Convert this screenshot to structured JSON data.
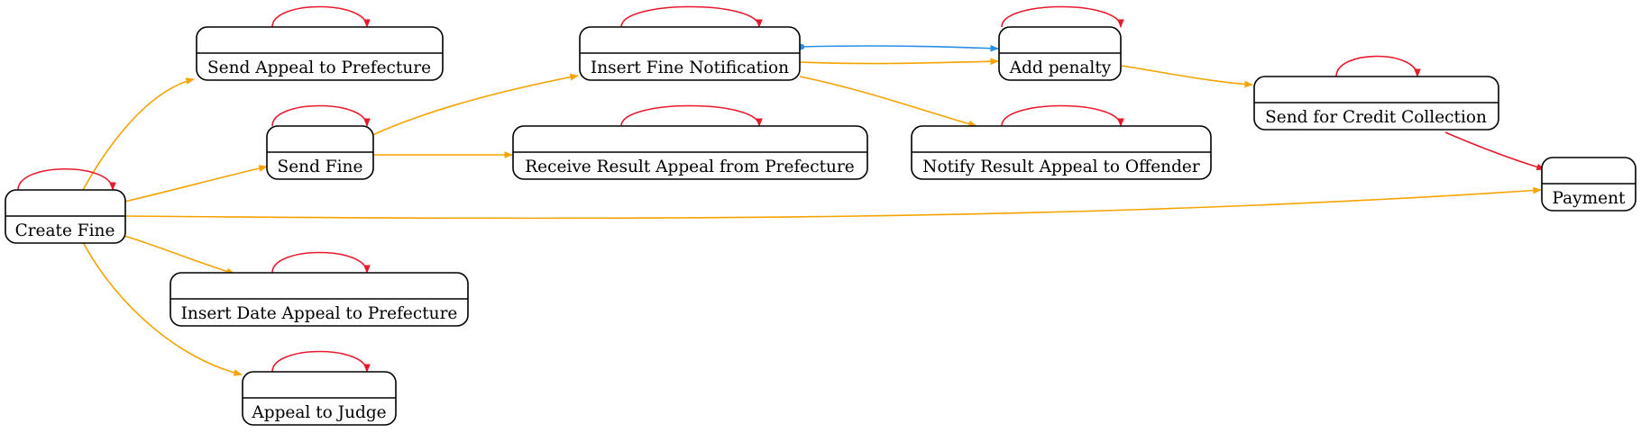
{
  "nodes": [
    {
      "id": "create_fine",
      "label": "Create Fine"
    },
    {
      "id": "send_appeal_prefecture",
      "label": "Send Appeal to Prefecture"
    },
    {
      "id": "send_fine",
      "label": "Send Fine"
    },
    {
      "id": "insert_date_appeal",
      "label": "Insert Date Appeal to Prefecture"
    },
    {
      "id": "appeal_to_judge",
      "label": "Appeal to Judge"
    },
    {
      "id": "insert_fine_notification",
      "label": "Insert Fine Notification"
    },
    {
      "id": "receive_result_appeal",
      "label": "Receive Result Appeal from Prefecture"
    },
    {
      "id": "add_penalty",
      "label": "Add penalty"
    },
    {
      "id": "notify_result_appeal",
      "label": "Notify Result Appeal to Offender"
    },
    {
      "id": "send_credit_collection",
      "label": "Send for Credit Collection"
    },
    {
      "id": "payment",
      "label": "Payment"
    }
  ],
  "edge_colors": {
    "self_loop": "#e8192c",
    "orange": "#f5a300",
    "blue": "#2a8fe8",
    "red": "#e8192c"
  },
  "edges": [
    {
      "from": "create_fine",
      "to": "send_appeal_prefecture",
      "color": "orange"
    },
    {
      "from": "create_fine",
      "to": "send_fine",
      "color": "orange"
    },
    {
      "from": "create_fine",
      "to": "payment",
      "color": "orange"
    },
    {
      "from": "create_fine",
      "to": "insert_date_appeal",
      "color": "orange"
    },
    {
      "from": "create_fine",
      "to": "appeal_to_judge",
      "color": "orange"
    },
    {
      "from": "send_fine",
      "to": "insert_fine_notification",
      "color": "orange"
    },
    {
      "from": "send_fine",
      "to": "receive_result_appeal",
      "color": "orange"
    },
    {
      "from": "insert_fine_notification",
      "to": "add_penalty",
      "color": "blue"
    },
    {
      "from": "insert_fine_notification",
      "to": "add_penalty",
      "color": "orange"
    },
    {
      "from": "insert_fine_notification",
      "to": "notify_result_appeal",
      "color": "orange"
    },
    {
      "from": "add_penalty",
      "to": "send_credit_collection",
      "color": "orange"
    },
    {
      "from": "send_credit_collection",
      "to": "payment",
      "color": "red"
    }
  ]
}
